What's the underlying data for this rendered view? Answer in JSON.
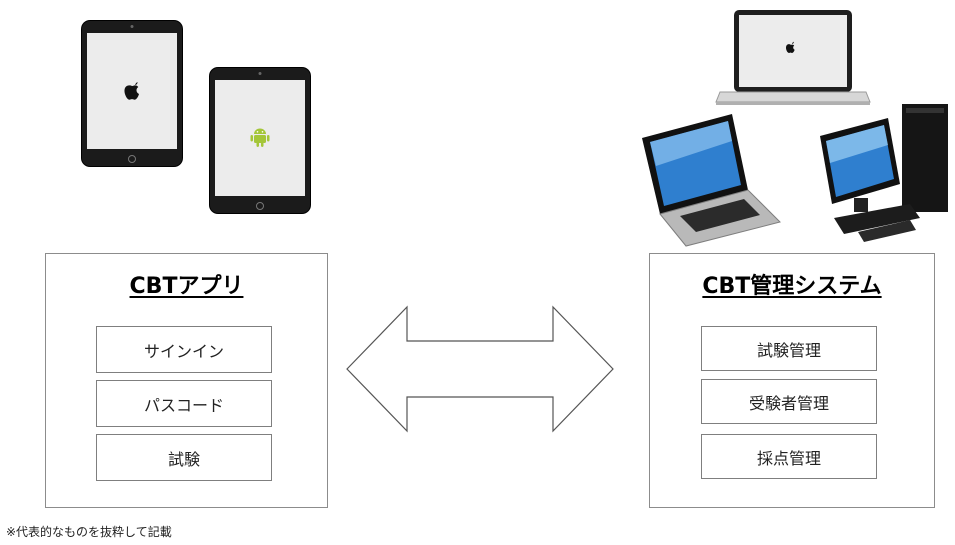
{
  "left_panel": {
    "title": "CBTアプリ",
    "items": [
      "サインイン",
      "パスコード",
      "試験"
    ]
  },
  "right_panel": {
    "title": "CBT管理システム",
    "items": [
      "試験管理",
      "受験者管理",
      "採点管理"
    ]
  },
  "footnote": "※代表的なものを抜粋して記載",
  "icons": {
    "tablet_ios": "apple-logo-icon",
    "tablet_android": "android-logo-icon",
    "macbook": "apple-logo-icon",
    "laptop": "laptop-icon",
    "desktop": "desktop-pc-icon",
    "arrow": "double-arrow-icon"
  },
  "colors": {
    "device_body": "#1b1b1b",
    "screen_blue": "#2f7fcf",
    "android_green": "#a4c639",
    "panel_border": "#8c8c8c"
  }
}
